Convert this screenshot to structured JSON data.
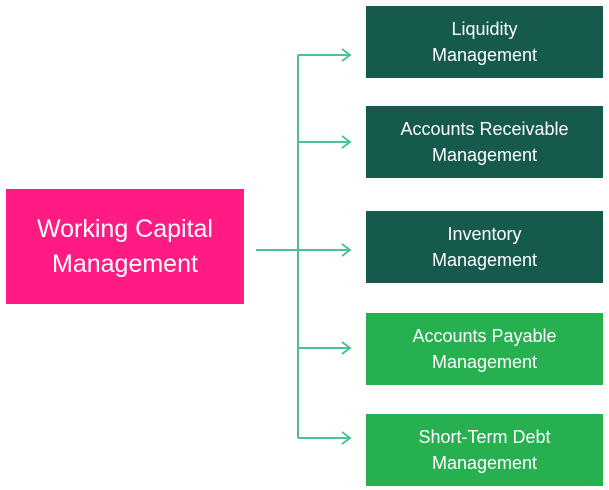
{
  "root": {
    "lines": [
      "Working Capital",
      "Management"
    ],
    "color": "#ff1a84"
  },
  "connector_color": "#4dbf99",
  "children": [
    {
      "lines": [
        "Liquidity",
        "Management"
      ],
      "color": "#165a4d"
    },
    {
      "lines": [
        "Accounts Receivable",
        "Management"
      ],
      "color": "#165a4d"
    },
    {
      "lines": [
        "Inventory",
        "Management"
      ],
      "color": "#165a4d"
    },
    {
      "lines": [
        "Accounts Payable",
        "Management"
      ],
      "color": "#27b050"
    },
    {
      "lines": [
        "Short-Term Debt",
        "Management"
      ],
      "color": "#27b050"
    }
  ]
}
